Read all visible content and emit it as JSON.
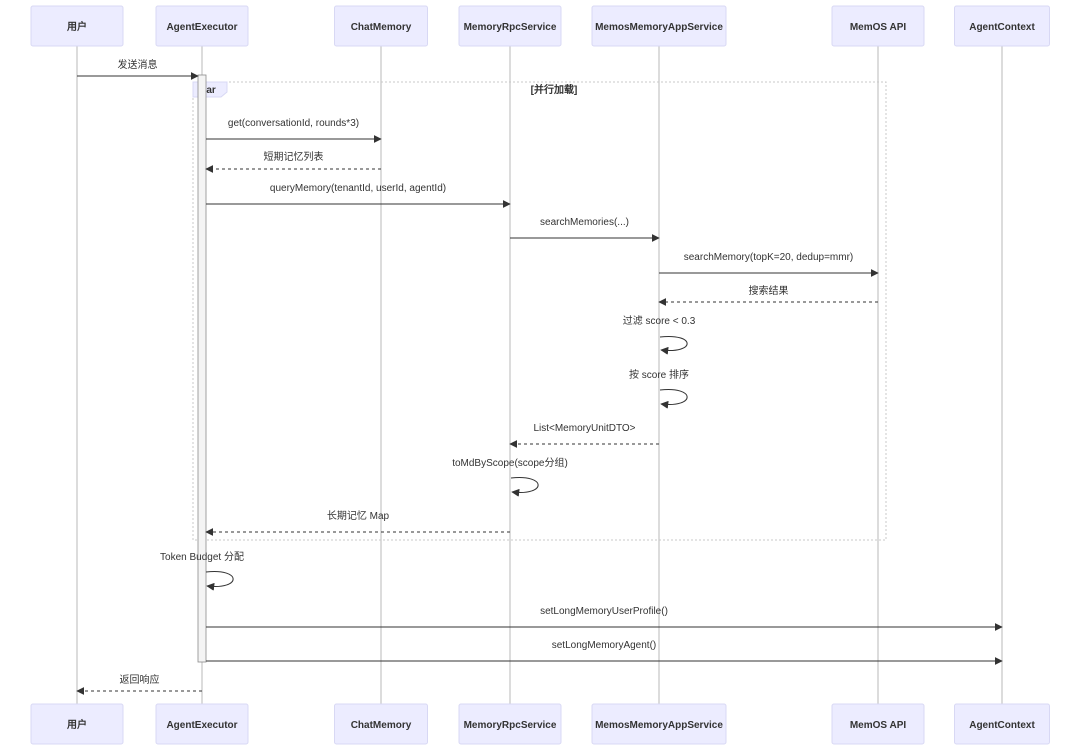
{
  "participants": [
    {
      "name": "用户"
    },
    {
      "name": "AgentExecutor"
    },
    {
      "name": "ChatMemory"
    },
    {
      "name": "MemoryRpcService"
    },
    {
      "name": "MemosMemoryAppService"
    },
    {
      "name": "MemOS API"
    },
    {
      "name": "AgentContext"
    }
  ],
  "par_block": {
    "keyword": "par",
    "condition": "[并行加载]",
    "first_message": 1,
    "last_message": 11
  },
  "messages": [
    {
      "from": 0,
      "to": 1,
      "text": "发送消息",
      "dashed": false
    },
    {
      "from": 1,
      "to": 2,
      "text": "get(conversationId, rounds*3)",
      "dashed": false
    },
    {
      "from": 2,
      "to": 1,
      "text": "短期记忆列表",
      "dashed": true
    },
    {
      "from": 1,
      "to": 3,
      "text": "queryMemory(tenantId, userId, agentId)",
      "dashed": false
    },
    {
      "from": 3,
      "to": 4,
      "text": "searchMemories(...)",
      "dashed": false
    },
    {
      "from": 4,
      "to": 5,
      "text": "searchMemory(topK=20, dedup=mmr)",
      "dashed": false
    },
    {
      "from": 5,
      "to": 4,
      "text": "搜索结果",
      "dashed": true
    },
    {
      "from": 4,
      "to": 4,
      "text": "过滤 score < 0.3",
      "dashed": false
    },
    {
      "from": 4,
      "to": 4,
      "text": "按 score 排序",
      "dashed": false
    },
    {
      "from": 4,
      "to": 3,
      "text": "List<MemoryUnitDTO>",
      "dashed": true
    },
    {
      "from": 3,
      "to": 3,
      "text": "toMdByScope(scope分组)",
      "dashed": false
    },
    {
      "from": 3,
      "to": 1,
      "text": "长期记忆 Map",
      "dashed": true
    },
    {
      "from": 1,
      "to": 1,
      "text": "Token Budget 分配",
      "dashed": false
    },
    {
      "from": 1,
      "to": 6,
      "text": "setLongMemoryUserProfile()",
      "dashed": false
    },
    {
      "from": 1,
      "to": 6,
      "text": "setLongMemoryAgent()",
      "dashed": false
    },
    {
      "from": 1,
      "to": 0,
      "text": "返回响应",
      "dashed": true
    }
  ],
  "colors": {
    "participant_fill": "#ECECFF",
    "participant_border": "#D8D8F4",
    "message_line": "#333333",
    "lifeline": "#A8A8A8",
    "activation_fill": "#F4F4F4",
    "activation_border": "#8A8A8A",
    "frame_border": "#C8C8C8",
    "frame_label_fill": "#ECECFF"
  }
}
